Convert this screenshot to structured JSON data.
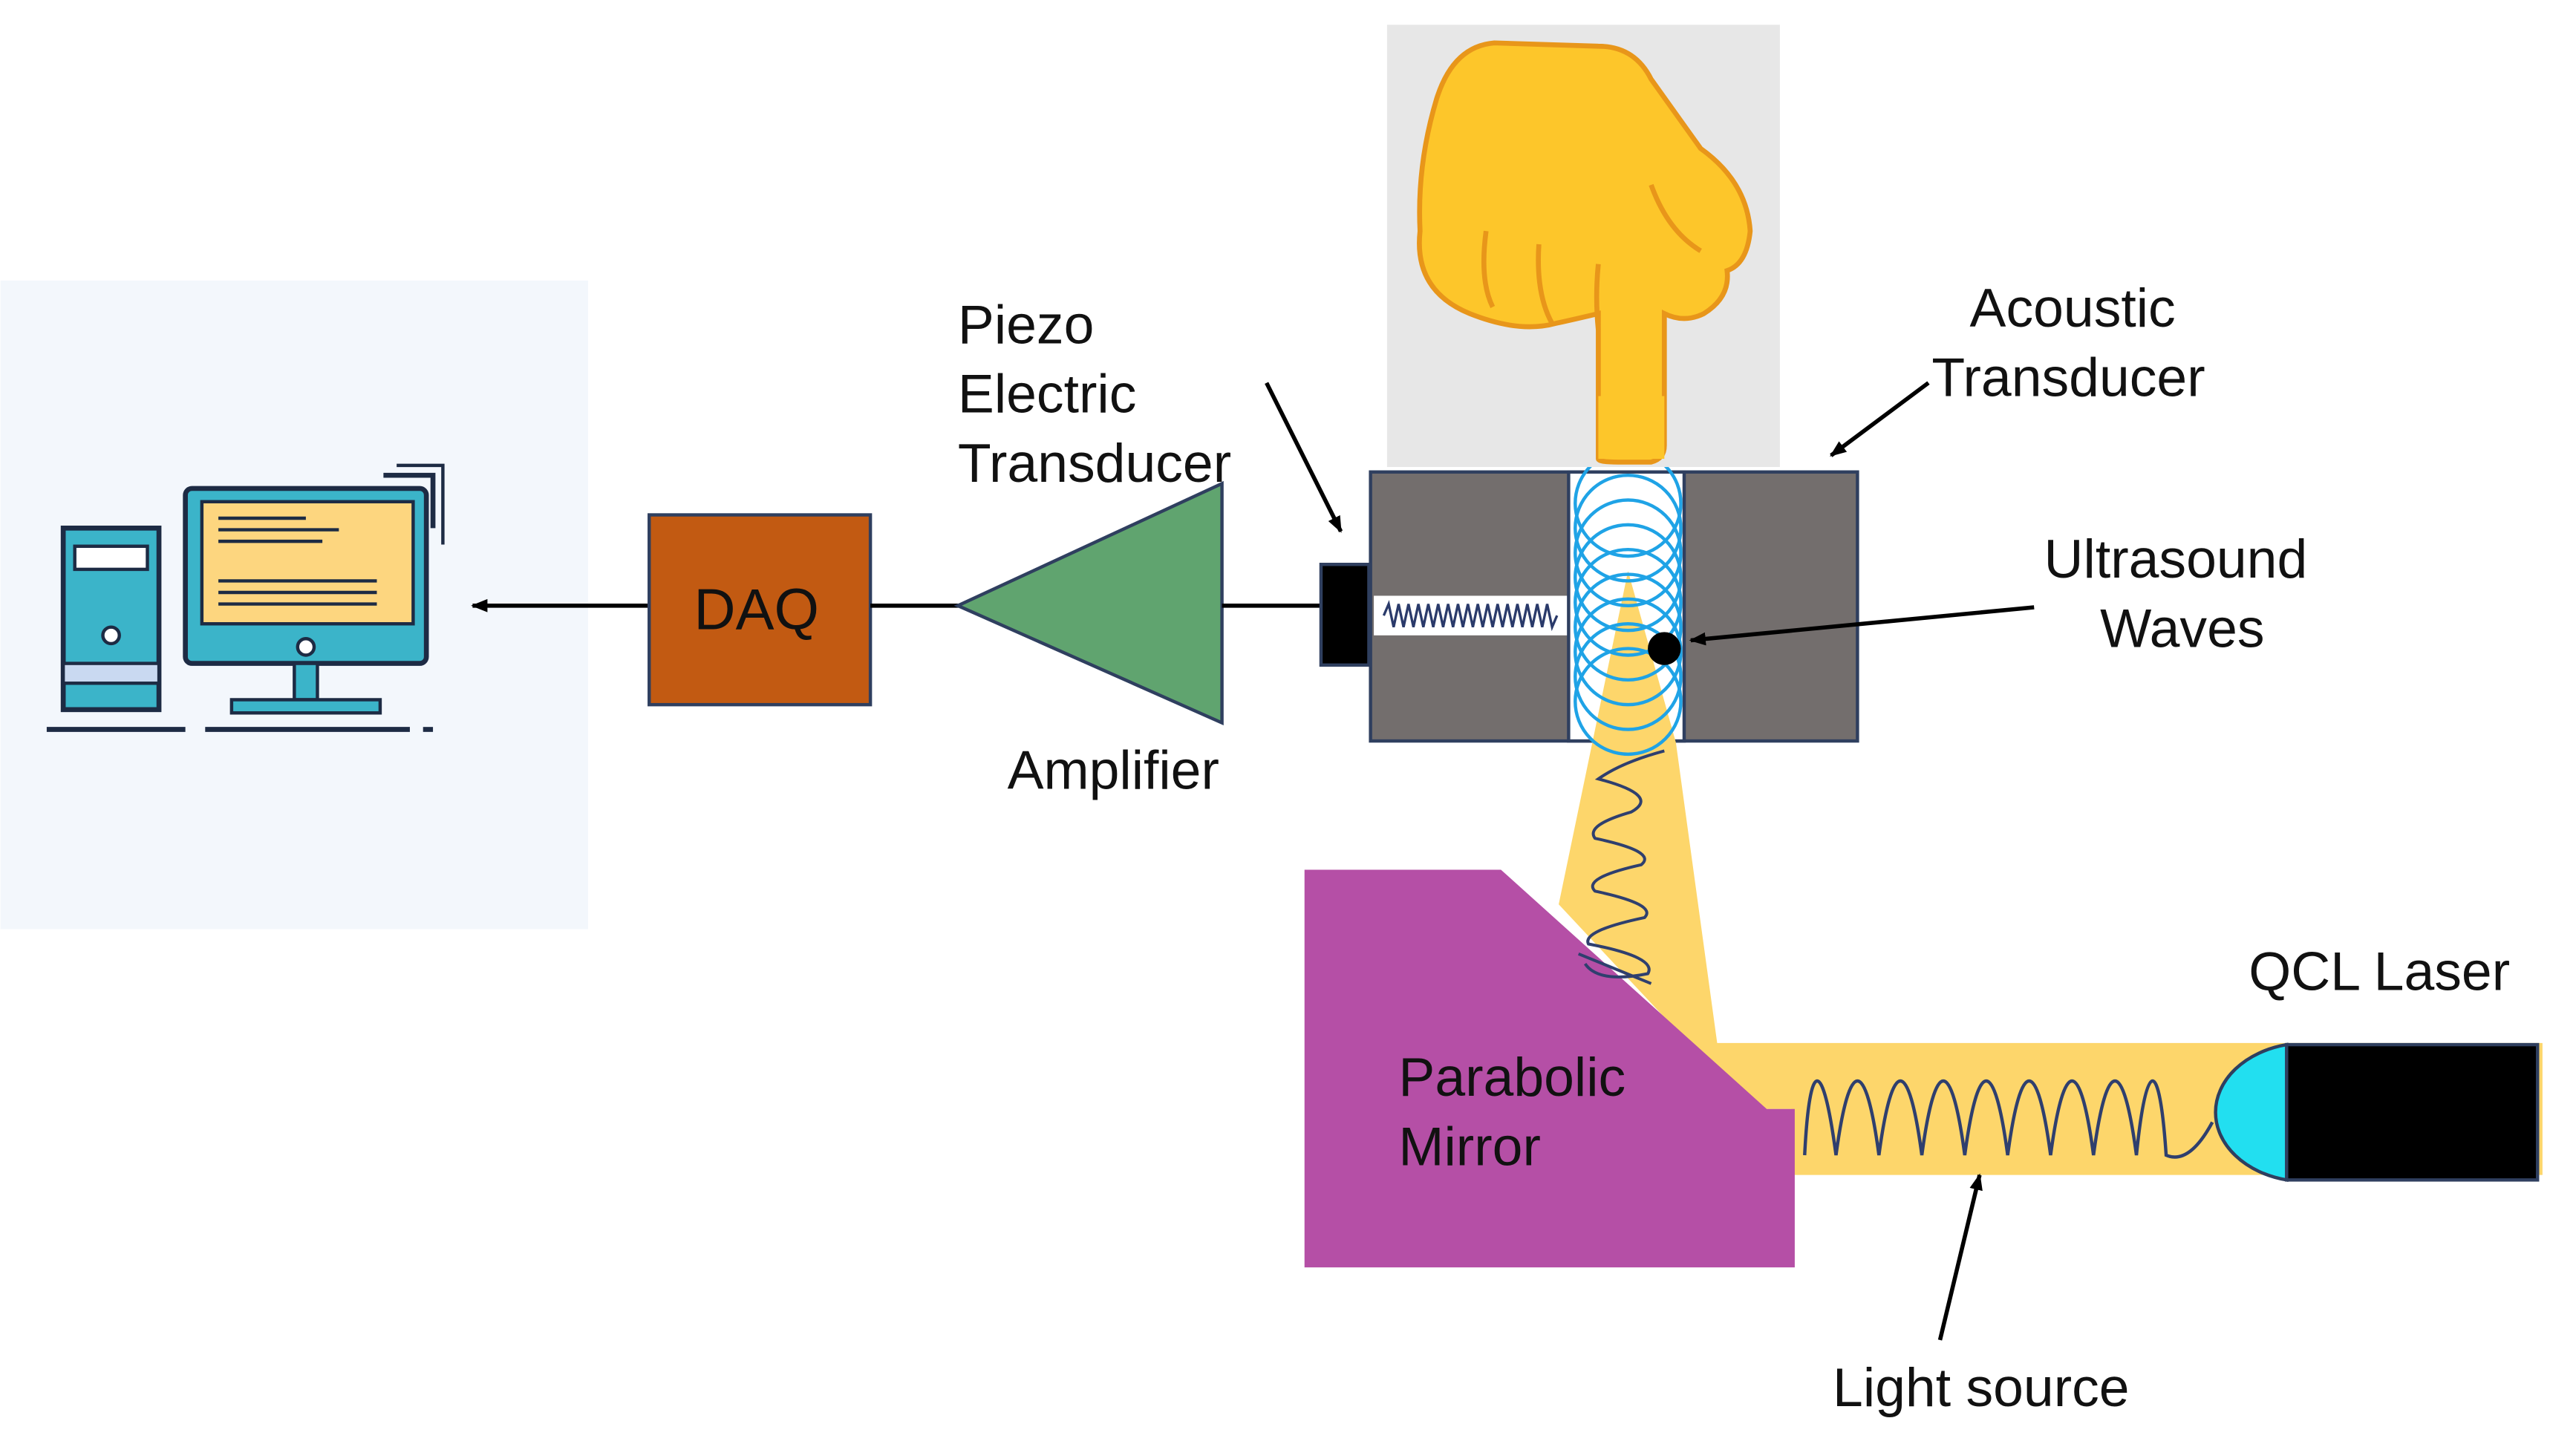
{
  "labels": {
    "daq": "DAQ",
    "piezo_line1": "Piezo",
    "piezo_line2": "Electric",
    "piezo_line3": "Transducer",
    "amplifier": "Amplifier",
    "acoustic_line1": "Acoustic",
    "acoustic_line2": "Transducer",
    "ultrasound_line1": "Ultrasound",
    "ultrasound_line2": "Waves",
    "parabolic_line1": "Parabolic",
    "parabolic_line2": "Mirror",
    "qcl_laser": "QCL Laser",
    "light_source": "Light source"
  },
  "icons": {
    "computer": "desktop-computer-icon",
    "finger": "pointing-down-finger-icon"
  },
  "colors": {
    "daq_box": "#c25a12",
    "amplifier": "#60a46f",
    "transducer_body": "#736e6d",
    "mirror": "#b54fa6",
    "light_beam": "#fdd66b",
    "laser_lens": "#22dff0",
    "rings": "#1fa3e6",
    "finger": "#fdc62a",
    "computer_bg": "#f3f7fc"
  }
}
